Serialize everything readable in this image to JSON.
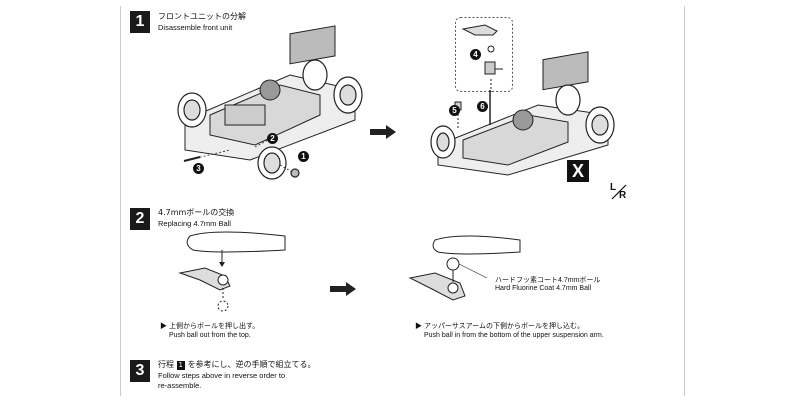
{
  "step1": {
    "number": "1",
    "title_jp": "フロントユニットの分解",
    "title_en": "Disassemble front unit"
  },
  "step2": {
    "number": "2",
    "title_jp": "4.7mmボールの交換",
    "title_en": "Replacing 4.7mm Ball",
    "left_caption_jp": "上側からボールを押し出す。",
    "left_caption_en": "Push ball out from the top.",
    "right_caption_jp": "アッパーサスアームの下側からボールを押し込む。",
    "right_caption_en": "Push ball in from the bottom of the upper suspension arm.",
    "part_label_jp": "ハードフッ素コート4.7mmボール",
    "part_label_en": "Hard Fluorine Coat 4.7mm Ball"
  },
  "step3": {
    "number": "3",
    "text_jp_a": "行程",
    "text_jp_ref": "1",
    "text_jp_b": "を参考にし、逆の手順で組立てる。",
    "text_en_1": "Follow steps above in reverse order to",
    "text_en_2": "re-assemble."
  },
  "callouts": {
    "c1": "1",
    "c2": "2",
    "c3": "3",
    "c4": "4",
    "c5": "5",
    "c6": "6"
  },
  "marker_x": "X",
  "lr_mark": {
    "l": "L",
    "r": "R"
  },
  "bullet": "▶"
}
